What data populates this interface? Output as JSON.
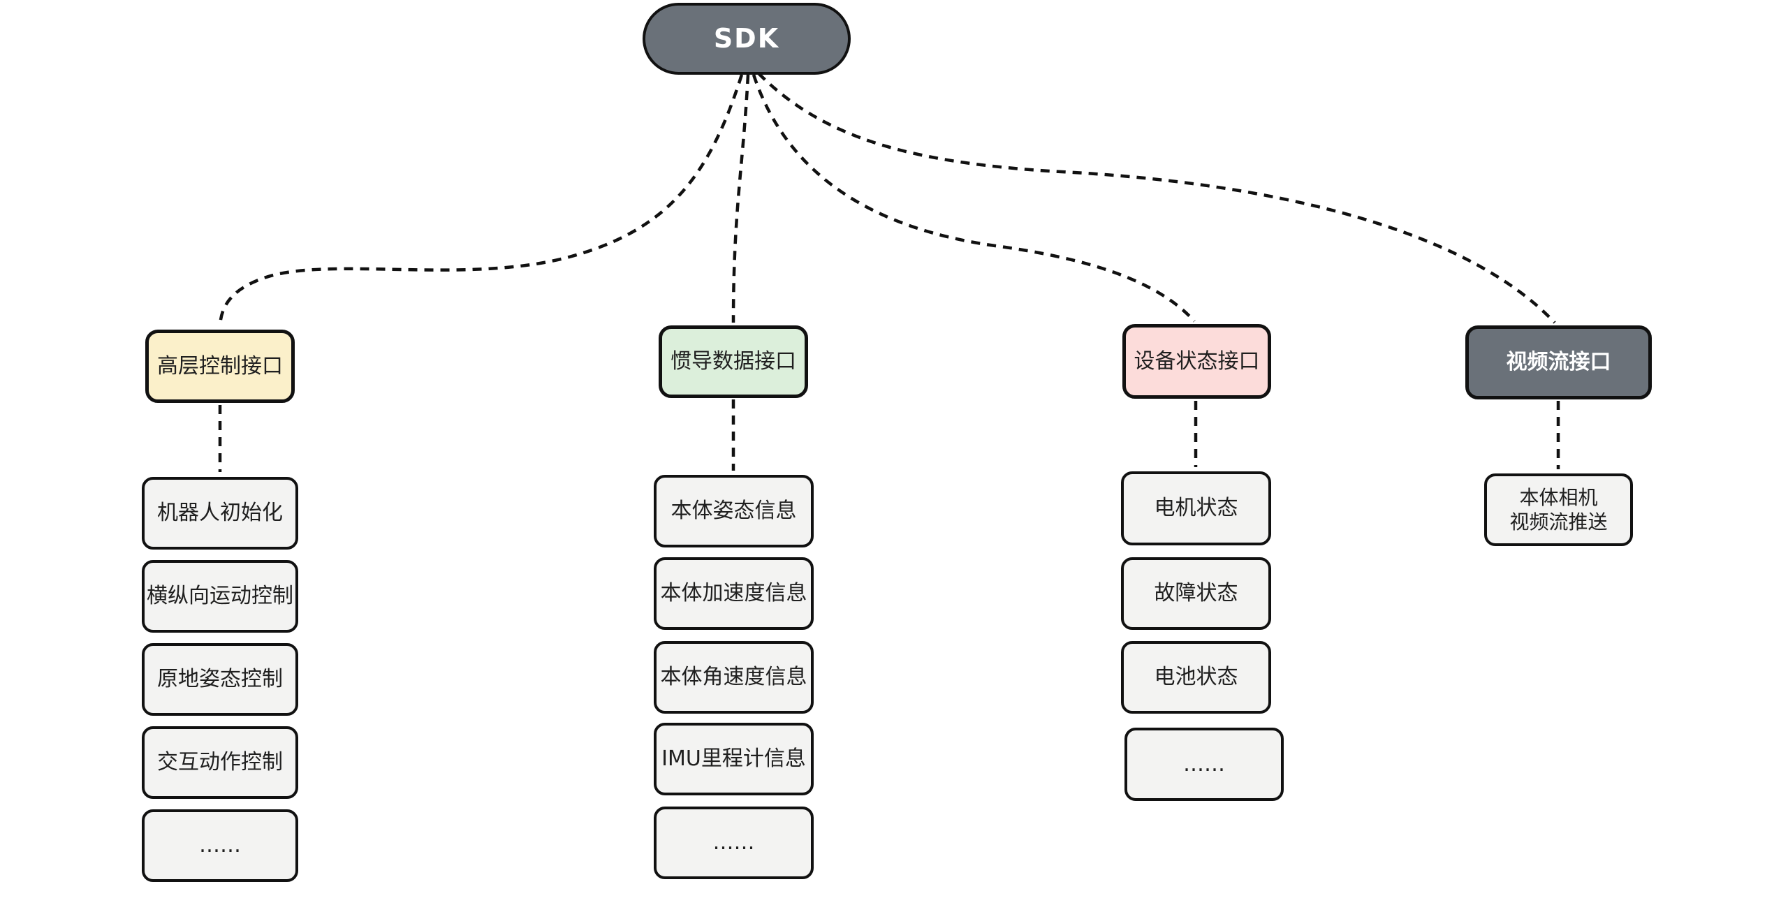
{
  "diagram": {
    "title": "SDK interface diagram",
    "colors": {
      "background": "#ffffff",
      "border": "#111111",
      "connector": "#111111",
      "root_fill": "#6a7179",
      "root_text": "#ffffff",
      "child_fill": "#f3f3f2",
      "child_text": "#1f1f1f"
    },
    "root": {
      "label": "SDK",
      "fill": "#6a7179",
      "text_color": "#ffffff"
    },
    "columns": [
      {
        "header": {
          "label": "高层控制接口",
          "fill": "#fbf0ca",
          "text_color": "#1f1f1f"
        },
        "items": [
          "机器人初始化",
          "横纵向运动控制",
          "原地姿态控制",
          "交互动作控制",
          "……"
        ]
      },
      {
        "header": {
          "label": "惯导数据接口",
          "fill": "#dcefdb",
          "text_color": "#1f1f1f"
        },
        "items": [
          "本体姿态信息",
          "本体加速度信息",
          "本体角速度信息",
          "IMU里程计信息",
          "……"
        ]
      },
      {
        "header": {
          "label": "设备状态接口",
          "fill": "#fcdcda",
          "text_color": "#1f1f1f"
        },
        "items": [
          "电机状态",
          "故障状态",
          "电池状态",
          "……"
        ]
      },
      {
        "header": {
          "label": "视频流接口",
          "fill": "#6a7179",
          "text_color": "#ffffff"
        },
        "items": [
          "本体相机\n视频流推送"
        ]
      }
    ]
  }
}
